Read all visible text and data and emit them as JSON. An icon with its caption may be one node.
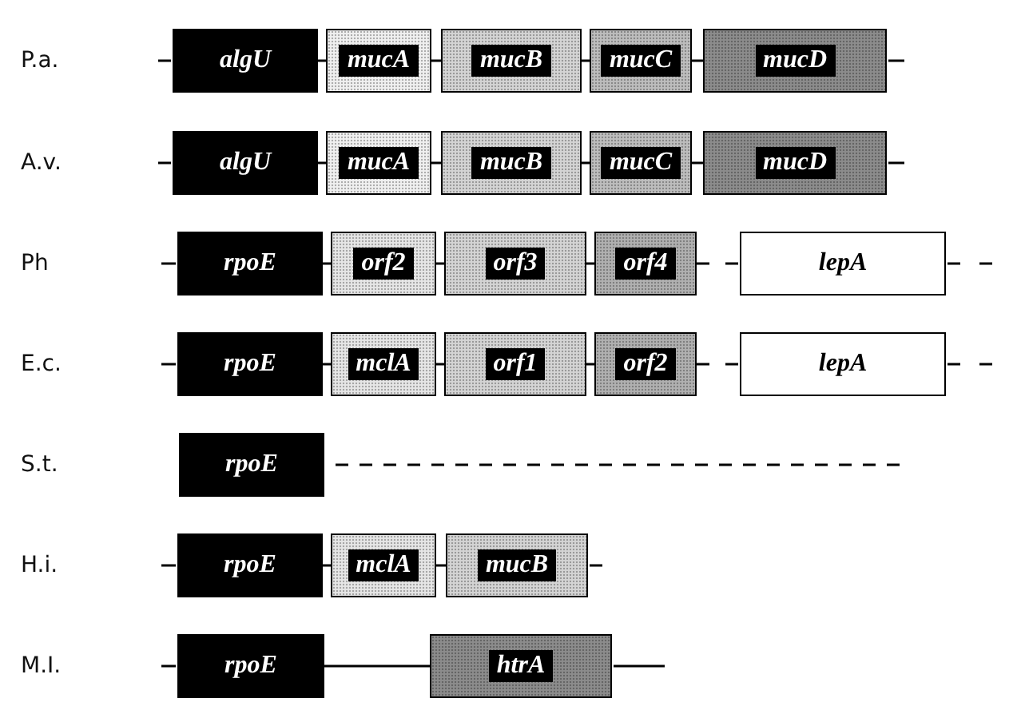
{
  "diagram": {
    "nodes": [
      {
        "text": [
          "algU"
        ]
      },
      {
        "text": [
          "mucA"
        ]
      },
      {
        "text": [
          "mucB"
        ]
      },
      {
        "text": [
          "mucC"
        ]
      },
      {
        "text": [
          "mucD"
        ]
      },
      {
        "text": [
          "algU"
        ]
      },
      {
        "text": [
          "mucA"
        ]
      },
      {
        "text": [
          "mucB"
        ]
      },
      {
        "text": [
          "mucC"
        ]
      },
      {
        "text": [
          "mucD"
        ]
      },
      {
        "text": [
          "rpoE"
        ]
      },
      {
        "text": [
          "orf2"
        ]
      },
      {
        "text": [
          "orf3"
        ]
      },
      {
        "text": [
          "orf4"
        ]
      },
      {
        "text": [
          "lepA"
        ]
      },
      {
        "text": [
          "rpoE"
        ]
      },
      {
        "text": [
          "mclA"
        ]
      },
      {
        "text": [
          "orf1"
        ]
      },
      {
        "text": [
          "orf2"
        ]
      },
      {
        "text": [
          "lepA"
        ]
      },
      {
        "text": [
          "rpoE"
        ]
      },
      {
        "text": [
          "rpoE"
        ]
      },
      {
        "text": [
          "mclA"
        ]
      },
      {
        "text": [
          "mucB"
        ]
      },
      {
        "text": [
          "rpoE"
        ]
      },
      {
        "text": [
          "htrA"
        ]
      }
    ],
    "edges": [
      {
        "from": 0,
        "to": 1,
        "arrow": "none"
      },
      {
        "from": 1,
        "to": 2,
        "arrow": "none"
      },
      {
        "from": 2,
        "to": 3,
        "arrow": "none"
      },
      {
        "from": 3,
        "to": 4,
        "arrow": "none"
      },
      {
        "from": 5,
        "to": 6,
        "arrow": "none"
      },
      {
        "from": 6,
        "to": 7,
        "arrow": "none"
      },
      {
        "from": 7,
        "to": 8,
        "arrow": "none"
      },
      {
        "from": 8,
        "to": 9,
        "arrow": "none"
      },
      {
        "from": 10,
        "to": 11,
        "arrow": "none"
      },
      {
        "from": 11,
        "to": 12,
        "arrow": "none"
      },
      {
        "from": 12,
        "to": 13,
        "arrow": "none"
      },
      {
        "from": 13,
        "to": 14,
        "arrow": "none",
        "style": "dashed"
      },
      {
        "from": 15,
        "to": 16,
        "arrow": "none"
      },
      {
        "from": 16,
        "to": 17,
        "arrow": "none"
      },
      {
        "from": 17,
        "to": 18,
        "arrow": "none"
      },
      {
        "from": 18,
        "to": 19,
        "arrow": "none",
        "style": "dashed"
      },
      {
        "from": 21,
        "to": 22,
        "arrow": "none"
      },
      {
        "from": 22,
        "to": 23,
        "arrow": "none"
      },
      {
        "from": 24,
        "to": 25,
        "arrow": "none"
      }
    ],
    "labels": [
      "P.a.",
      "A.v.",
      "Ph",
      "E.c.",
      "S.t.",
      "H.i.",
      "M.I."
    ]
  }
}
